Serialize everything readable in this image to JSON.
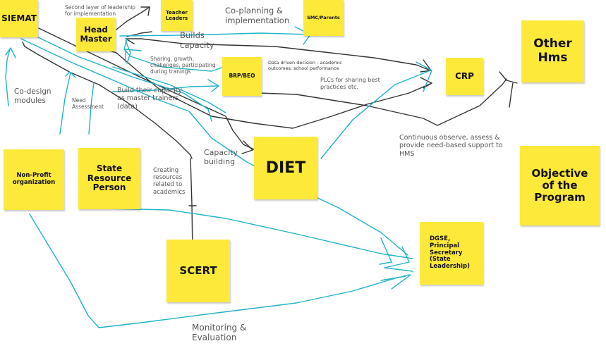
{
  "colors": {
    "sticky": "#fde93a",
    "ink_dark": "#333333",
    "ink_teal": "#1fb3c8",
    "label_text": "#555555"
  },
  "stickies": {
    "siemat": "SIEMAT",
    "head_master": "Head\nMaster",
    "teacher_leaders": "Teacher\nLeaders",
    "smc_parents": "SMC/Parents",
    "brp_beo": "BRP/BEO",
    "crp": "CRP",
    "other_hms": "Other\nHms",
    "non_profit": "Non-Profit\norganization",
    "state_resource_person": "State\nResource\nPerson",
    "diet": "DIET",
    "objective": "Objective\nof the\nProgram",
    "scert": "SCERT",
    "dgse": "DGSE,\nPrincipal\nSecretary\n(State\nLeadership)"
  },
  "labels": {
    "second_layer": "Second layer of leadership\nfor implementation",
    "co_planning": "Co-planning &\nimplementation",
    "builds_capacity": "Builds\ncapacity",
    "sharing_growth": "Sharing, growth,\nchallenges, participating\nduring tranings",
    "data_driven": "Data driven decision - academic\noutcomes, school performance",
    "plcs": "PLCs for sharing best\npractices etc.",
    "co_design": "Co-design\nmodules",
    "need_assessment": "Need\nAssessment",
    "build_capacity_master": "Build their capacity\nas master trainers\n(data)",
    "capacity_building": "Capacity\nbuilding",
    "creating_resources": "Creating\nresources\nrelated to\nacademics",
    "continuous_observe": "Continuous observe, assess &\nprovide need-based support to\nHMS",
    "monitoring": "Monitoring &\nEvaluation"
  }
}
